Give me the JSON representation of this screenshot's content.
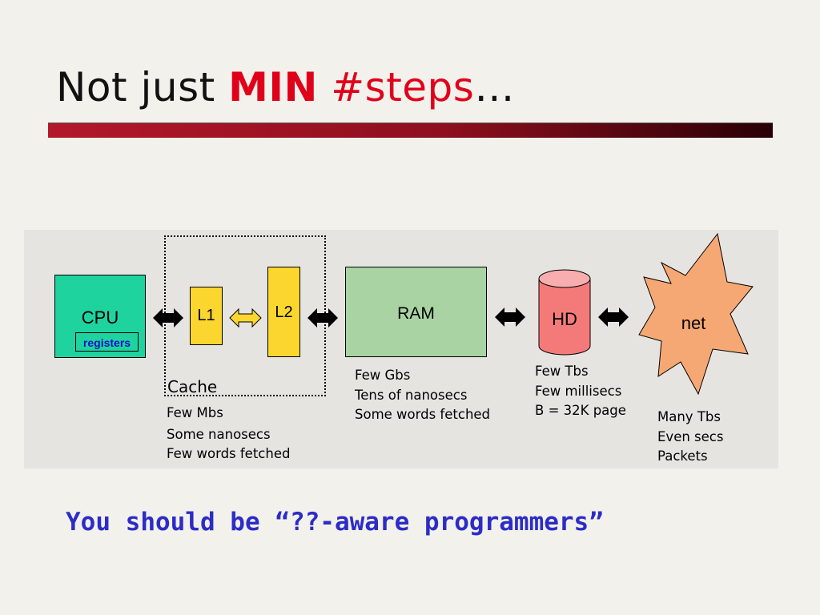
{
  "slide": {
    "title_prefix": "Not just ",
    "title_min": "MIN",
    "title_steps": "#steps",
    "title_suffix": "…",
    "footer": "You should be “??-aware programmers”"
  },
  "diagram": {
    "cpu_label": "CPU",
    "registers_label": "registers",
    "l1_label": "L1",
    "l2_label": "L2",
    "ram_label": "RAM",
    "hd_label": "HD",
    "net_label": "net",
    "cache_label": "Cache",
    "cache_notes": [
      "Few Mbs",
      "Some nanosecs",
      "Few words fetched"
    ],
    "ram_notes": [
      "Few Gbs",
      "Tens of nanosecs",
      "Some words fetched"
    ],
    "hd_notes": [
      "Few Tbs",
      "Few millisecs",
      "B = 32K page"
    ],
    "net_notes": [
      "Many Tbs",
      "Even secs",
      "Packets"
    ]
  },
  "colors": {
    "title_accent": "#e0001a",
    "cpu_fill": "#1fd39f",
    "cache_fill": "#fbd62e",
    "ram_fill": "#a9d3a3",
    "hd_fill": "#f47a7a",
    "net_fill": "#f6a874",
    "footer_text": "#2c2cc8"
  },
  "icons": {
    "arrows": "double-headed-arrow"
  }
}
